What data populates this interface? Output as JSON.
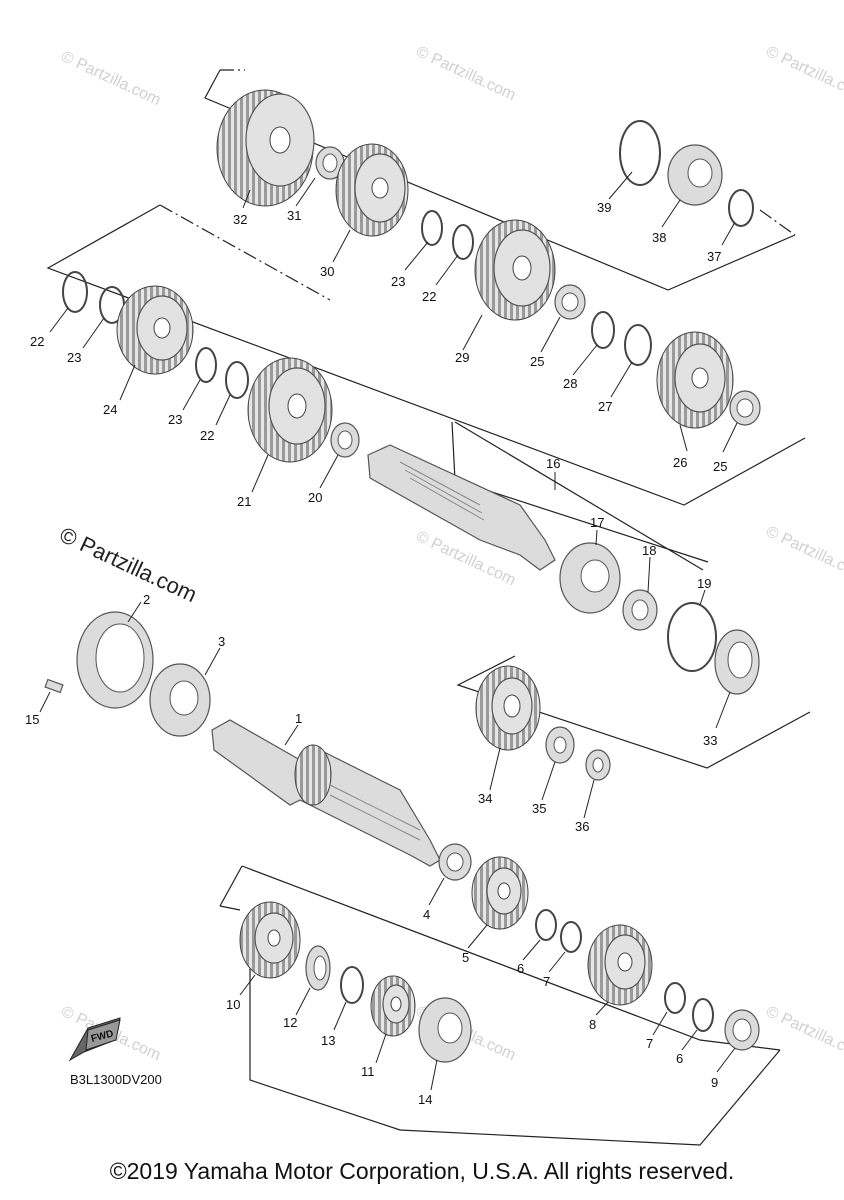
{
  "diagram": {
    "code": "B3L1300DV200",
    "fwd_label": "FWD",
    "watermark": "© Partzilla.com",
    "watermark_small": "© Partzilla.com",
    "copyright": "©2019 Yamaha Motor Corporation, U.S.A. All rights reserved.",
    "labels": {
      "p1": "1",
      "p2": "2",
      "p3": "3",
      "p4": "4",
      "p5": "5",
      "p6a": "6",
      "p6b": "6",
      "p7a": "7",
      "p7b": "7",
      "p8": "8",
      "p9": "9",
      "p10": "10",
      "p11": "11",
      "p12": "12",
      "p13": "13",
      "p14": "14",
      "p15": "15",
      "p16": "16",
      "p17": "17",
      "p18": "18",
      "p19": "19",
      "p20": "20",
      "p21": "21",
      "p22a": "22",
      "p22b": "22",
      "p22c": "22",
      "p23a": "23",
      "p23b": "23",
      "p23c": "23",
      "p24": "24",
      "p25a": "25",
      "p25b": "25",
      "p26": "26",
      "p27": "27",
      "p28": "28",
      "p29": "29",
      "p30": "30",
      "p31": "31",
      "p32": "32",
      "p33": "33",
      "p34": "34",
      "p35": "35",
      "p36": "36",
      "p37": "37",
      "p38": "38",
      "p39": "39"
    }
  }
}
